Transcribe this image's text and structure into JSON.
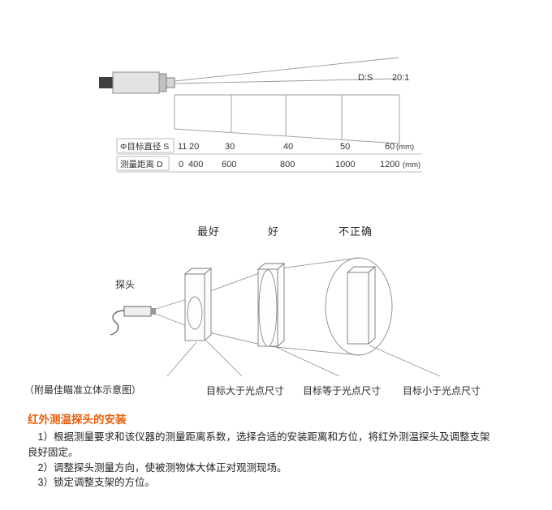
{
  "spot_chart": {
    "ratio_label": "D:S",
    "ratio_value": "20:1",
    "diameter_row": {
      "label": "Φ目标直径 S",
      "values": [
        "11",
        "20",
        "30",
        "40",
        "50",
        "60"
      ],
      "unit": "(mm)"
    },
    "distance_row": {
      "label": "测量距离 D",
      "values": [
        "0",
        "400",
        "600",
        "800",
        "1000",
        "1200"
      ],
      "unit": "(mm)"
    }
  },
  "aiming": {
    "labels": {
      "best": "最好",
      "good": "好",
      "incorrect": "不正确"
    },
    "probe_label": "探头",
    "figure_note": "（附最佳瞄准立体示意图）",
    "captions": {
      "target_larger": "目标大于光点尺寸",
      "target_equal": "目标等于光点尺寸",
      "target_smaller": "目标小于光点尺寸"
    }
  },
  "install": {
    "heading": "红外测温探头的安装",
    "heading_color": "#e8610e",
    "lines": [
      "　1）根据测量要求和该仪器的测量距离系数，选择合适的安装距离和方位，将红外测温探头及调整支架",
      "良好固定。",
      "　2）调整探头测量方向，使被测物体大体正对观测现场。",
      "　3）锁定调整支架的方位。"
    ]
  }
}
